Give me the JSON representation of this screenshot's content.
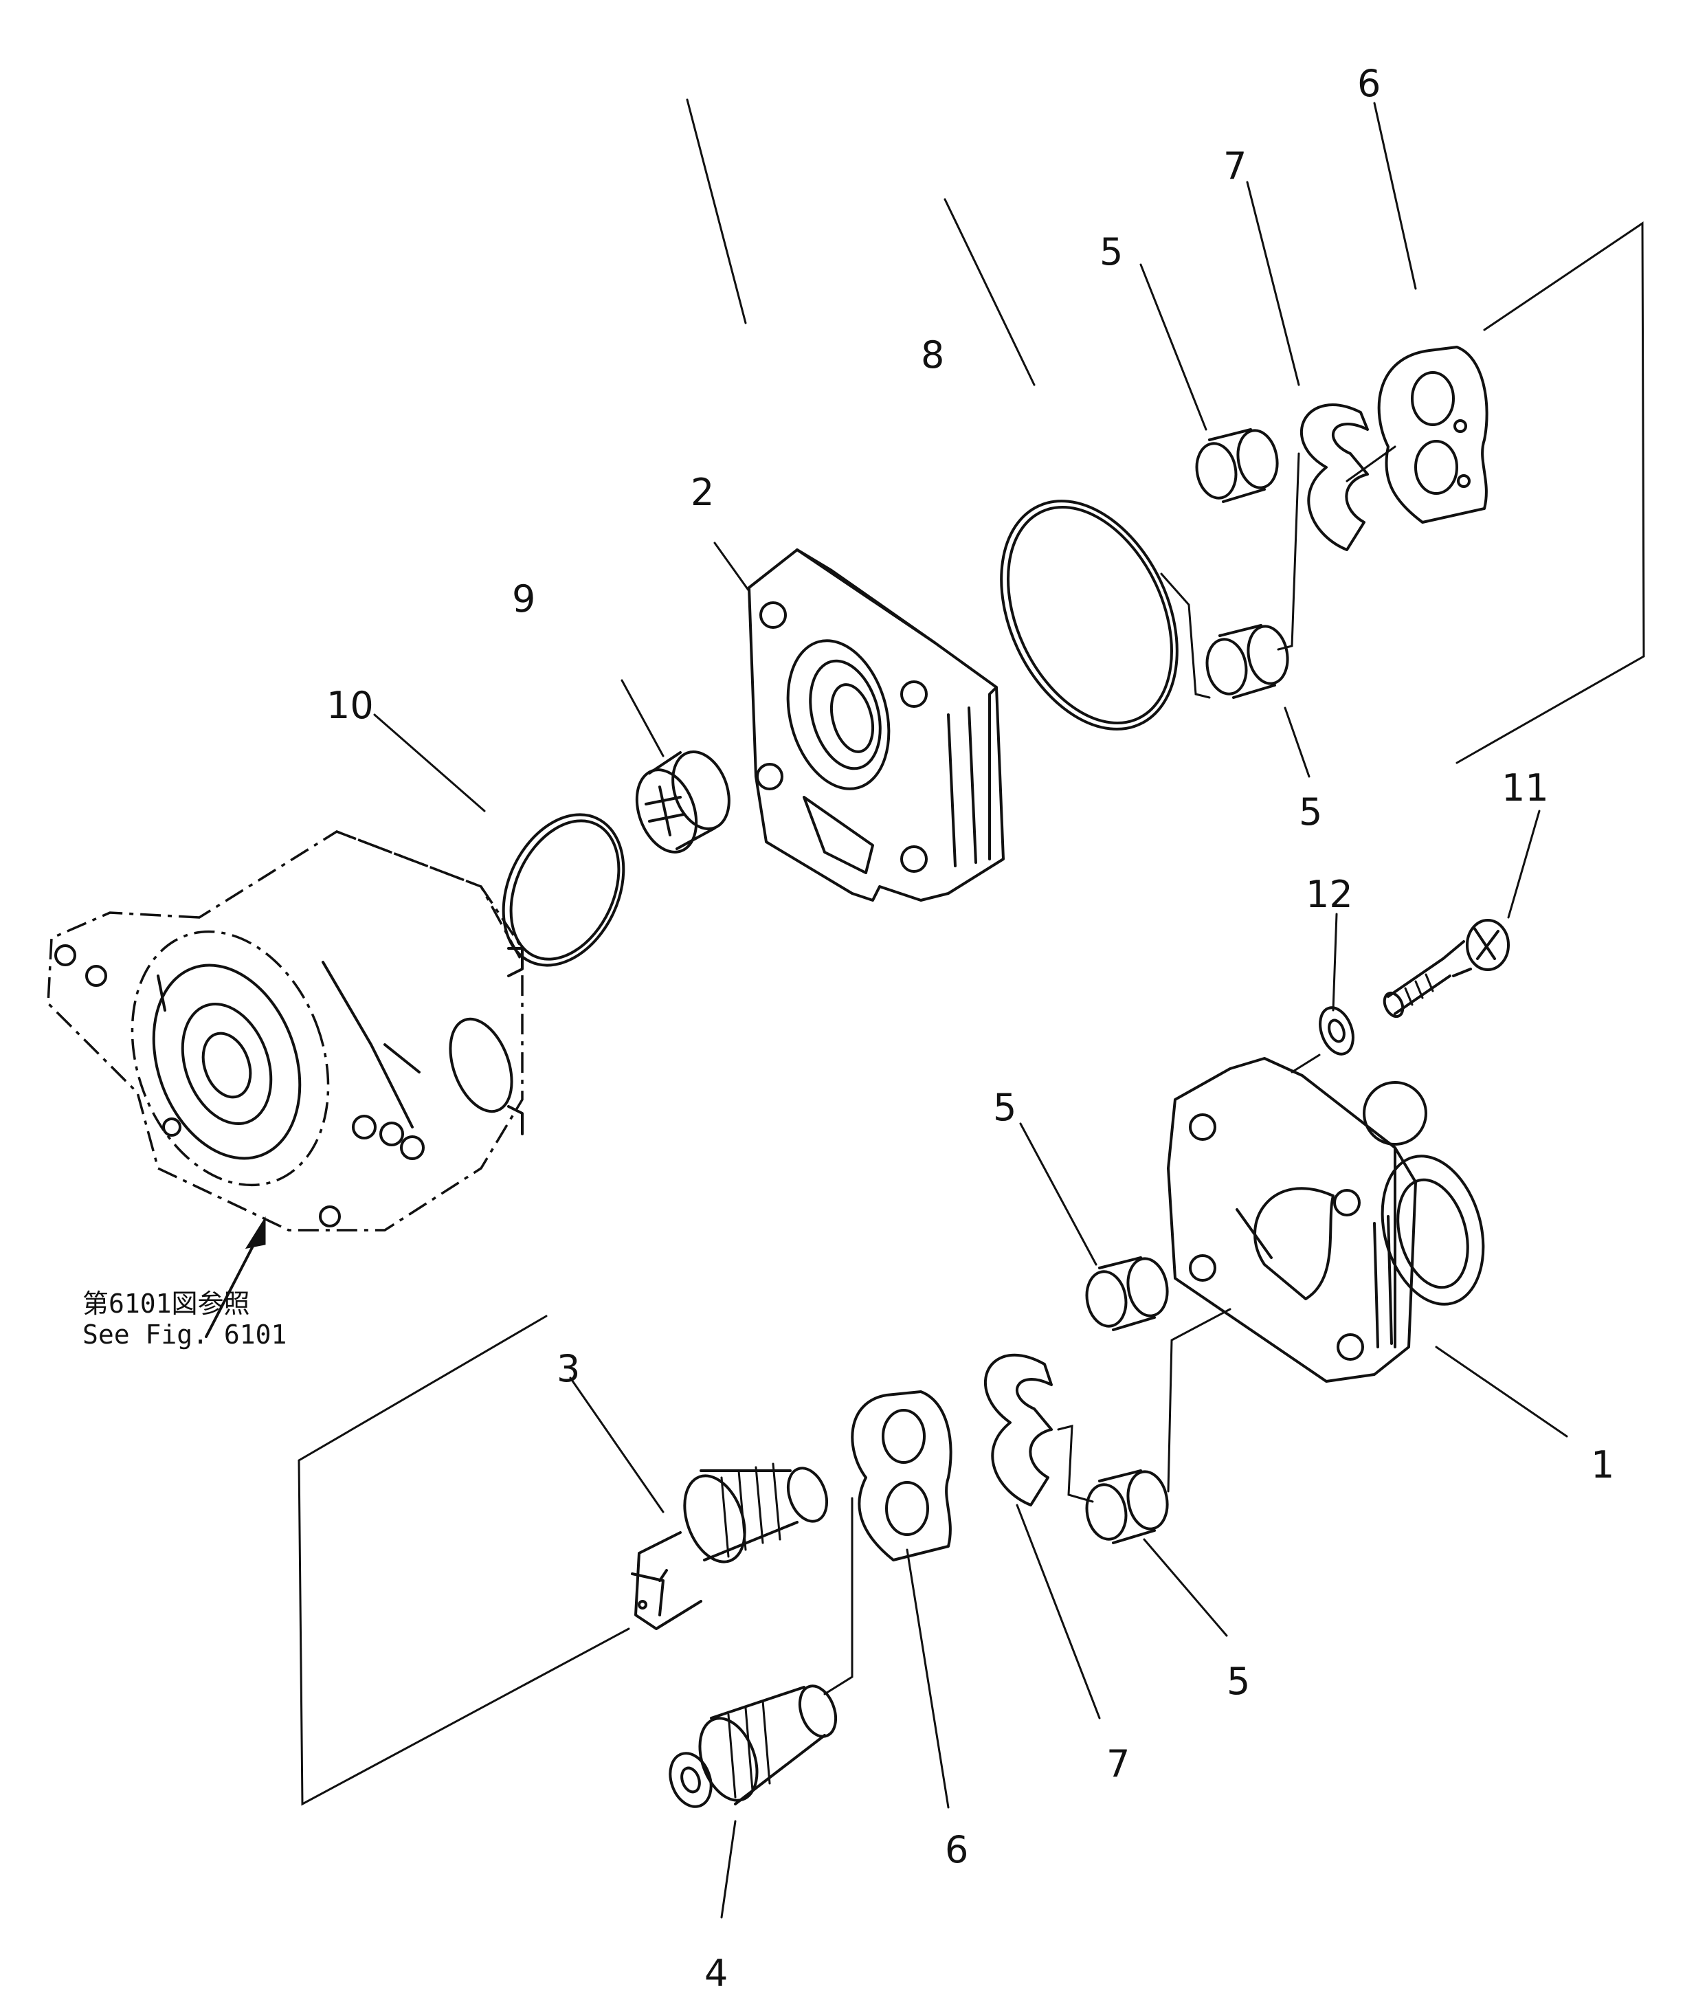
{
  "callouts": [
    "1",
    "2",
    "3",
    "4",
    "5",
    "6",
    "7",
    "8",
    "9",
    "10",
    "11",
    "12"
  ],
  "reference_note": {
    "line1": "第6101図参照",
    "line2": "See Fig. 6101"
  }
}
